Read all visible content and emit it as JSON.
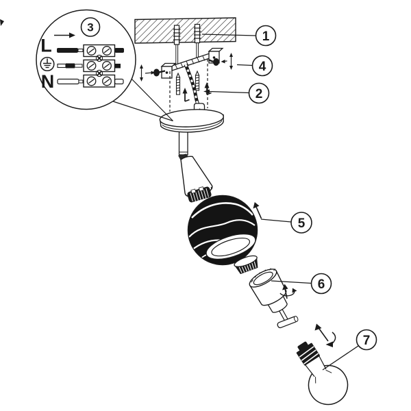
{
  "callouts": {
    "c1": "1",
    "c2": "2",
    "c3": "3",
    "c4": "4",
    "c5": "5",
    "c6": "6",
    "c7": "7"
  },
  "wiring": {
    "live": "L",
    "neutral": "N",
    "earth_icon": "earth-ground-icon"
  },
  "icons": {
    "insert_arrow": "direction-arrow-icon",
    "rotate_arrow": "rotate-arrow-icon"
  },
  "colors": {
    "background": "#ffffff",
    "line": "#1a1a1a",
    "shade": "#141414"
  }
}
